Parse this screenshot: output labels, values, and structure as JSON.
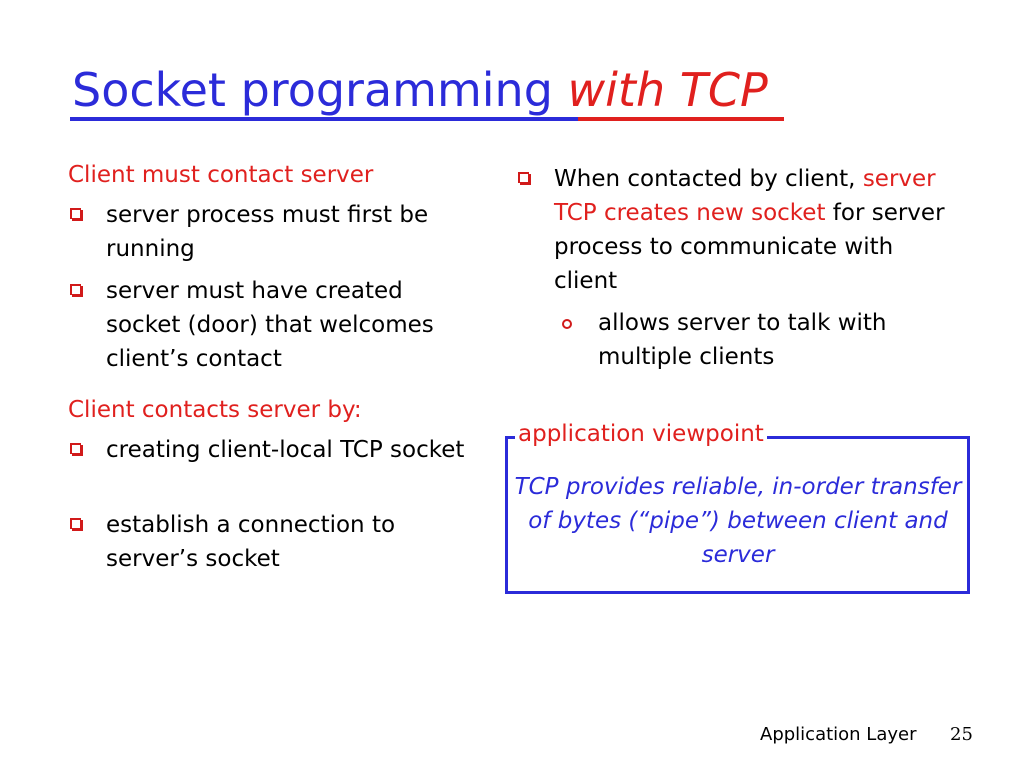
{
  "title": {
    "part1": "Socket programming ",
    "part2": "with TCP"
  },
  "left": {
    "heading1": "Client must contact server",
    "bullets1": [
      "server process must first be running",
      "server must have created socket (door) that welcomes client’s contact"
    ],
    "heading2": "Client contacts server by:",
    "bullets2": [
      "creating client-local TCP socket",
      "establish a connection to server’s socket"
    ]
  },
  "right": {
    "bullet": {
      "pre": "When contacted by client,",
      "highlight": "server TCP creates new socket",
      "post": " for server process to communicate with client"
    },
    "sub_bullet": "allows server to talk with multiple clients"
  },
  "viewpoint": {
    "label": "application viewpoint",
    "text": "TCP provides reliable, in-order transfer of bytes (“pipe”) between client and server"
  },
  "footer": {
    "label": "Application Layer",
    "page": "25"
  },
  "colors": {
    "blue": "#2b2bd9",
    "red": "#e0201e"
  },
  "icons": {
    "bullet": "square-bullet-icon",
    "sub_bullet": "circle-bullet-icon"
  }
}
